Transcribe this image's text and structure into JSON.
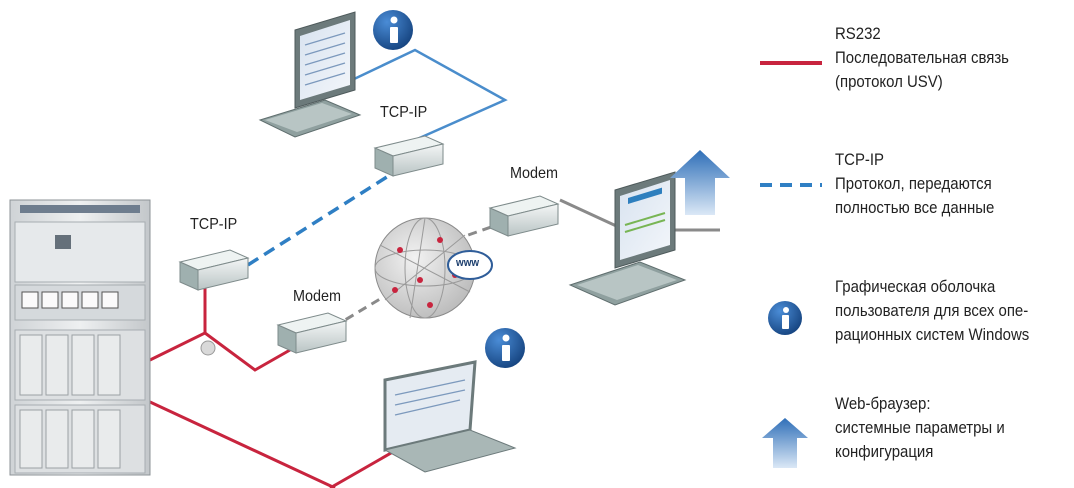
{
  "labels": {
    "tcp_left": "TCP-IP",
    "tcp_top": "TCP-IP",
    "modem_left": "Modem",
    "modem_right": "Modem",
    "www": "www"
  },
  "legend": {
    "rs232": {
      "lines": [
        "RS232",
        "Последовательная связь",
        "(протокол USV)"
      ],
      "color": "#c8243e"
    },
    "tcpip": {
      "lines": [
        "TCP-IP",
        "Протокол, передаются",
        "полностью все данные"
      ],
      "color": "#2f7fc4"
    },
    "gui": {
      "lines": [
        "Графическая оболочка",
        "пользователя для всех опе-",
        "рационных систем Windows"
      ],
      "icon": "info-icon",
      "color": "#1e5c9e"
    },
    "web": {
      "lines": [
        "Web-браузер:",
        "системные параметры и",
        "конфигурация"
      ],
      "icon": "arrow-up-icon",
      "color": "#4d8ad0"
    }
  },
  "colors": {
    "rs232": "#c8243e",
    "tcpip_dashed": "#2f7fc4",
    "tcpip_solid": "#4a8dcc",
    "modem_link": "#8a8a8a"
  }
}
